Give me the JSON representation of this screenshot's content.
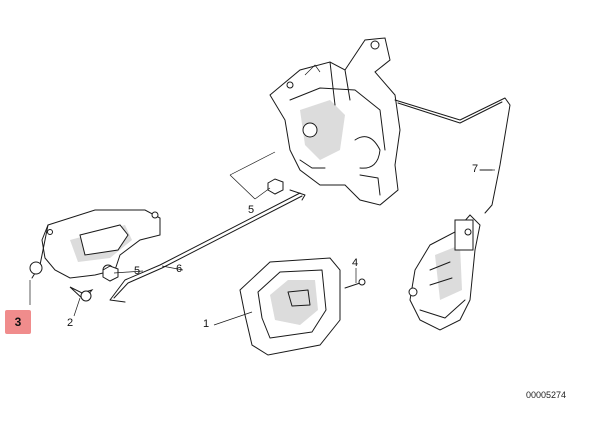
{
  "diagram": {
    "parts": [
      {
        "number": "1",
        "selected": false
      },
      {
        "number": "2",
        "selected": false
      },
      {
        "number": "3",
        "selected": true
      },
      {
        "number": "4",
        "selected": false
      },
      {
        "number": "5",
        "selected": false
      },
      {
        "number": "5",
        "selected": false
      },
      {
        "number": "6",
        "selected": false
      },
      {
        "number": "7",
        "selected": false
      }
    ],
    "reference_code": "00005274",
    "colors": {
      "highlight": "#f08c8c",
      "line": "#1a1a1a"
    }
  }
}
